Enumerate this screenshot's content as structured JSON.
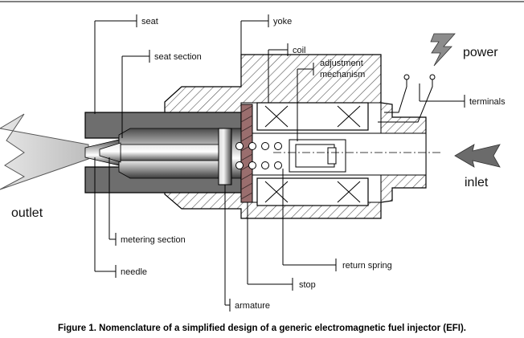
{
  "labels": {
    "seat": "seat",
    "seat_section": "seat section",
    "yoke": "yoke",
    "coil": "coil",
    "adjustment_line1": "adjustment",
    "adjustment_line2": "mechanism",
    "power": "power",
    "terminals": "terminals",
    "inlet": "inlet",
    "outlet": "outlet",
    "metering_section": "metering section",
    "needle": "needle",
    "return_spring": "return spring",
    "stop": "stop",
    "armature": "armature"
  },
  "caption": "Figure 1. Nomenclature of a simplified design of a generic electromagnetic fuel injector (EFI).",
  "colors": {
    "seat_body": "#6e6e6e",
    "armature": "#8a8a8a",
    "stop": "#9a6e6e",
    "power_bolt": "#8c8c8c",
    "inlet_arrow": "#6b6b6b",
    "spray": "#c8c8c8",
    "hatch": "#555555"
  },
  "icons": {
    "power_symbol": "lightning-bolt-icon",
    "inlet_symbol": "arrow-left-icon"
  }
}
